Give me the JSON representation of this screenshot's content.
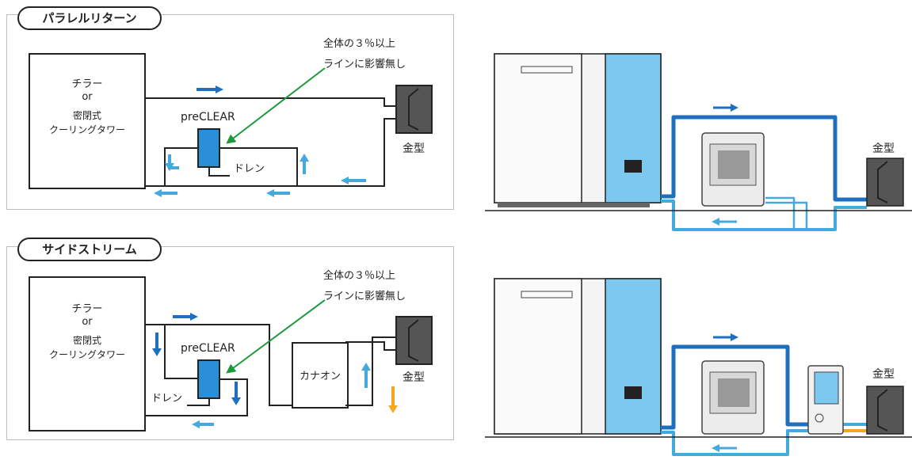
{
  "parallel": {
    "title": "パラレルリターン",
    "chiller_lines": [
      "チラー",
      "or",
      "密閉式",
      "クーリングタワー"
    ],
    "preclear": "preCLEAR",
    "drain": "ドレン",
    "mold": "金型",
    "note_lines": [
      "全体の３％以上",
      "ラインに影響無し"
    ]
  },
  "side": {
    "title": "サイドストリーム",
    "chiller_lines": [
      "チラー",
      "or",
      "密閉式",
      "クーリングタワー"
    ],
    "preclear": "preCLEAR",
    "drain": "ドレン",
    "mold": "金型",
    "kanaon": "カナオン",
    "note_lines": [
      "全体の３％以上",
      "ラインに影響無し"
    ]
  },
  "right_top": {
    "mold": "金型"
  },
  "right_bottom": {
    "mold": "金型"
  },
  "colors": {
    "pipe_dark": "#1e6fc0",
    "pipe_light": "#45a9df",
    "panel_blue": "#7cc8ef",
    "arrow_orange": "#f5a623",
    "pointer_green": "#1a9a3a",
    "mold_gray": "#555555"
  }
}
